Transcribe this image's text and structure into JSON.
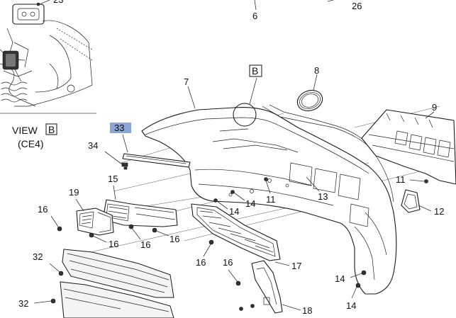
{
  "view": {
    "title": "VIEW",
    "letter": "B",
    "subtitle": "(CE4)"
  },
  "callouts": {
    "c23": "23",
    "c26": "26",
    "c6": "6",
    "c7": "7",
    "cB": "B",
    "c8": "8",
    "c9": "9",
    "c33": "33",
    "c34": "34",
    "c15": "15",
    "c19": "19",
    "c16a": "16",
    "c16b": "16",
    "c16c": "16",
    "c16d": "16",
    "c16e": "16",
    "c16f": "16",
    "c14a": "14",
    "c14b": "14",
    "c14c": "14",
    "c14d": "14",
    "c11a": "11",
    "c11b": "11",
    "c13": "13",
    "c12": "12",
    "c17": "17",
    "c18": "18",
    "c32a": "32",
    "c32b": "32"
  },
  "colors": {
    "highlight": "#8aa6d6",
    "line": "#1a1a1a"
  }
}
